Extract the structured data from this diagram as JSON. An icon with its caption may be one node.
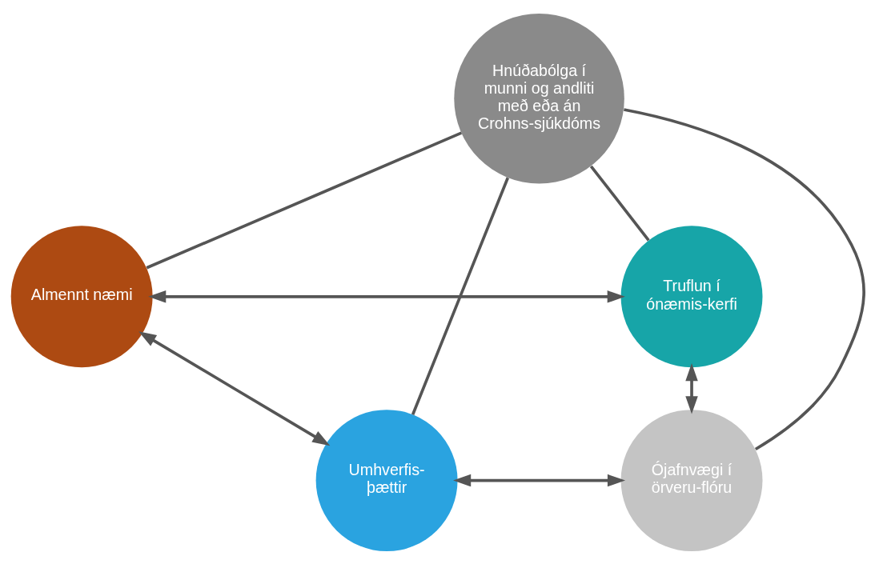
{
  "diagram": {
    "nodes": [
      {
        "text": [
          "Hnúðabólga í munni og andliti með eða án Crohns-sjúkdóms"
        ]
      },
      {
        "text": [
          "Almennt næmi"
        ]
      },
      {
        "text": [
          "Truflun í ónæmis-kerfi"
        ]
      },
      {
        "text": [
          "Umhverfis-þættir"
        ]
      },
      {
        "text": [
          "Ójafnvægi í örveru-flóru"
        ]
      }
    ],
    "edges": [
      {
        "from": 0,
        "to": 1,
        "arrow": "none"
      },
      {
        "from": 0,
        "to": 2,
        "arrow": "none"
      },
      {
        "from": 0,
        "to": 3,
        "arrow": "none"
      },
      {
        "from": 0,
        "to": 4,
        "arrow": "none"
      },
      {
        "from": 1,
        "to": 2,
        "arrow": "both"
      },
      {
        "from": 1,
        "to": 3,
        "arrow": "both"
      },
      {
        "from": 2,
        "to": 4,
        "arrow": "both"
      },
      {
        "from": 3,
        "to": 4,
        "arrow": "both"
      }
    ]
  }
}
